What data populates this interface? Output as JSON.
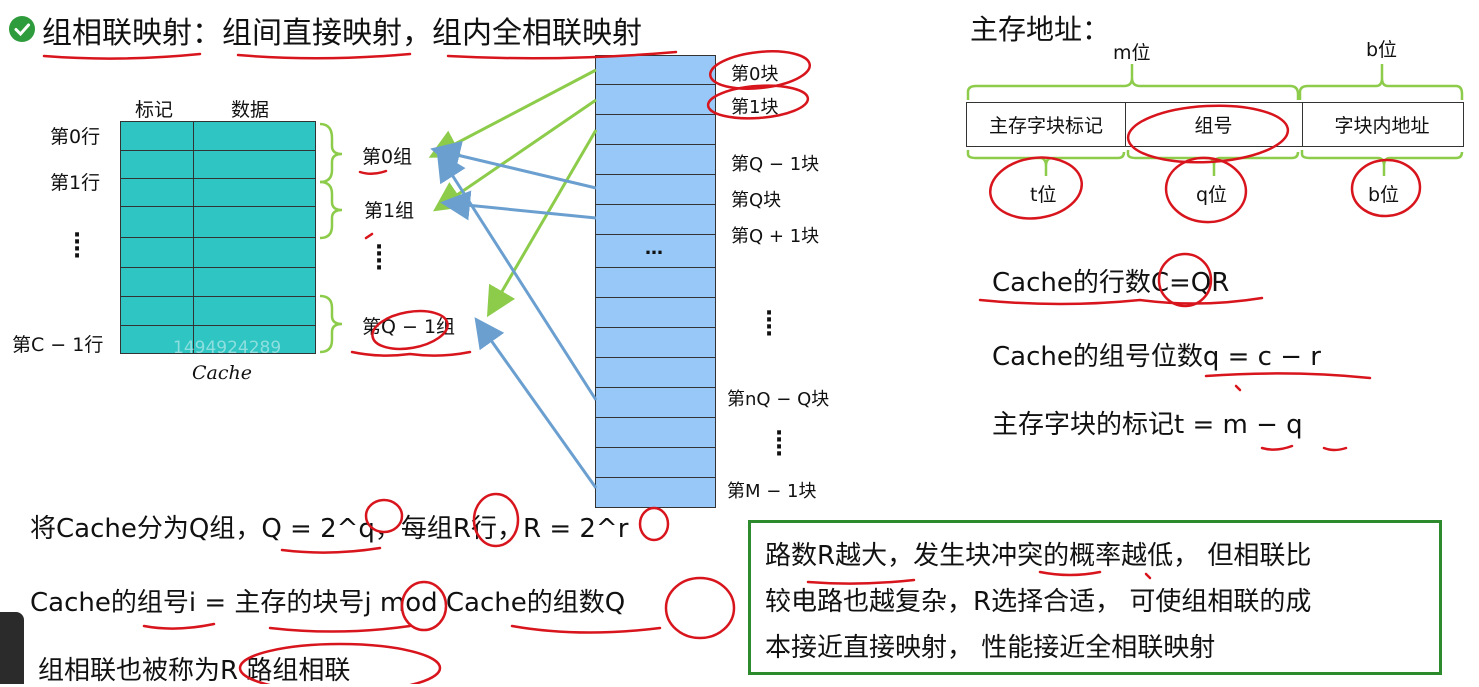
{
  "title": {
    "part1": "组相联映射",
    "colon": "：",
    "part2": "组间直接映射",
    "comma": "，",
    "part3": "组内全相联映射"
  },
  "cache": {
    "col_tag": "标记",
    "col_data": "数据",
    "row0": "第0行",
    "row1": "第1行",
    "rowC": "第C − 1行",
    "caption": "Cache",
    "watermark": "1494924289"
  },
  "groups": {
    "g0": "第0组",
    "g1": "第1组",
    "gQ": "第Q − 1组"
  },
  "memory_blocks": {
    "b0": "第0块",
    "b1": "第1块",
    "bQm1": "第Q − 1块",
    "bQ": "第Q块",
    "bQp1": "第Q + 1块",
    "bnQ": "第nQ − Q块",
    "bM": "第M − 1块",
    "mid_dots": "…"
  },
  "address": {
    "heading": "主存地址：",
    "m_label": "m位",
    "b_label": "b位",
    "field_tag": "主存字块标记",
    "field_group": "组号",
    "field_offset": "字块内地址",
    "t_label": "t位",
    "q_label": "q位",
    "b_bottom_label": "b位"
  },
  "formulas": {
    "f1": "Cache的行数C=QR",
    "f2": "Cache的组号位数q = c − r",
    "f3": "主存字块的标记t = m − q"
  },
  "bottom": {
    "line1": "将Cache分为Q组，Q = 2^q，每组R行，R = 2^r",
    "line2": "Cache的组号i = 主存的块号j mod Cache的组数Q",
    "line3": "组相联也被称为R 路组相联"
  },
  "note": {
    "line1": "路数R越大，发生块冲突的概率越低， 但相联比",
    "line2": "较电路也越复杂，R选择合适， 可使组相联的成",
    "line3": "本接近直接映射， 性能接近全相联映射"
  },
  "colors": {
    "cache_fill": "#2fc5c3",
    "memory_fill": "#98c8f8",
    "arrow_green": "#8ccc4a",
    "arrow_blue": "#6a9fd0",
    "annot_red": "#d8141c",
    "brace_green": "#8ccc4a",
    "note_border": "#2d8a2d",
    "check_green": "#2e9b3c"
  }
}
